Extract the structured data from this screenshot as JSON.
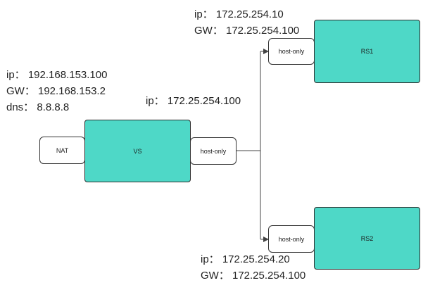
{
  "nodes": {
    "vs": "VS",
    "rs1": "RS1",
    "rs2": "RS2",
    "nat": "NAT",
    "vs_hostonly": "host-only",
    "rs1_hostonly": "host-only",
    "rs2_hostonly": "host-only"
  },
  "labels": {
    "vs_ip": "ip： 192.168.153.100",
    "vs_gw": "GW： 192.168.153.2",
    "vs_dns": "dns： 8.8.8.8",
    "vs_hostonly_ip": "ip： 172.25.254.100",
    "rs1_ip": "ip： 172.25.254.10",
    "rs1_gw": "GW： 172.25.254.100",
    "rs2_ip": "ip： 172.25.254.20",
    "rs2_gw": "GW： 172.25.254.100"
  },
  "colors": {
    "node_fill": "#4ed8c7",
    "border": "#333333",
    "line": "#444444"
  }
}
